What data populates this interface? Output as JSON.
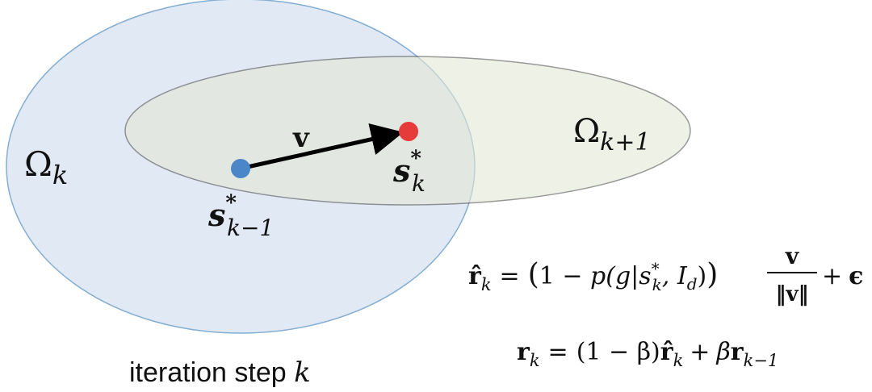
{
  "regions": {
    "current": {
      "symbol": "Ω",
      "subscript": "k",
      "fill": "#dbe6f3",
      "stroke": "#6f9fcb"
    },
    "next": {
      "symbol": "Ω",
      "subscript": "k+1",
      "fill": "#e4e8d6",
      "stroke": "#555555"
    }
  },
  "points": {
    "previous": {
      "symbol": "s",
      "superscript": "*",
      "subscript": "k−1",
      "color": "#4a86c8"
    },
    "current": {
      "symbol": "s",
      "superscript": "*",
      "subscript": "k",
      "color": "#e63b3b"
    }
  },
  "vector_label": "v",
  "caption": {
    "text": "iteration step ",
    "variable": "k"
  },
  "equations": {
    "eq1": {
      "lhs": "r̂",
      "lhs_sub": "k",
      "eq": "=",
      "paren_open": "(",
      "one_minus": "1 − ",
      "p_open": "p(g|s",
      "s_sup": "*",
      "s_sub": "k",
      "comma_I": ", I",
      "I_sub": "d",
      "p_close": ")",
      "paren_close": ")",
      "frac_num": "v",
      "frac_den": "‖v‖",
      "plus": "+",
      "eps": "ϵ"
    },
    "eq2": {
      "lhs": "r",
      "lhs_sub": "k",
      "eq": "=",
      "paren": "(1 − β)",
      "rhat": "r̂",
      "rhat_sub": "k",
      "plus": "+",
      "beta": "β",
      "r": "r",
      "r_sub": "k−1"
    }
  }
}
